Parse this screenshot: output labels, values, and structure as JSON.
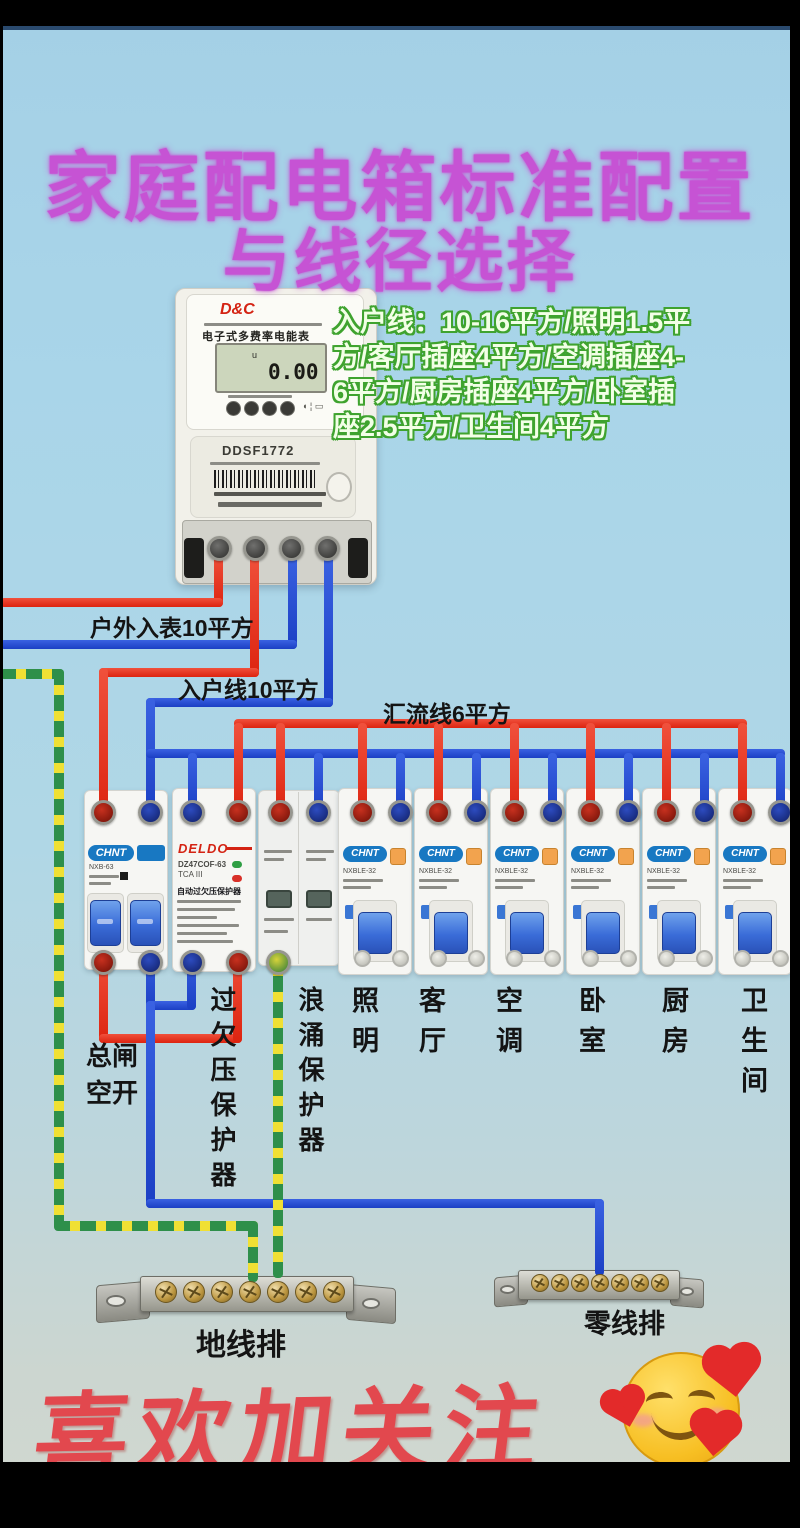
{
  "title": {
    "line1": "家庭配电箱标准配置",
    "line2": "与线径选择"
  },
  "spec_note": {
    "lines": [
      "入户线：10-16平方/照明1.5平",
      "方/客厅插座4平方/空调插座4-",
      "6平方/厨房插座4平方/卧室插",
      "座2.5平方/卫生间4平方"
    ]
  },
  "meter": {
    "brand": "D&C",
    "type_label": "电子式多费率电能表",
    "display_value": "0.00",
    "model": "DDSF1772"
  },
  "wire_labels": {
    "outdoor": "户外入表10平方",
    "incoming": "入户线10平方",
    "bus": "汇流线6平方"
  },
  "devices": {
    "main_breaker": {
      "brand": "CHNT",
      "model": "NXB-63",
      "label_line1": "总闸",
      "label_line2": "空开"
    },
    "ovp": {
      "brand": "DELDO",
      "model": "DZ47COF-63",
      "rating": "TCA III",
      "desc": "自动过欠压保护器",
      "label": "过欠压保护器"
    },
    "surge": {
      "label": "浪涌保护器"
    },
    "circuit_breaker_brand": "CHNT",
    "circuit_breaker_model": "NXBLE-32",
    "circuits": [
      {
        "label": "照明"
      },
      {
        "label": "客厅"
      },
      {
        "label": "空调"
      },
      {
        "label": "卧室"
      },
      {
        "label": "厨房"
      },
      {
        "label": "卫生间"
      }
    ]
  },
  "bars": {
    "ground": "地线排",
    "neutral": "零线排"
  },
  "footer": {
    "slogan": "喜欢加关注",
    "emoji": "smiling-face-with-hearts-emoji"
  },
  "colors": {
    "live_red": "#e73420",
    "neutral_blue": "#2149d6",
    "ground_green": "#2e8f4a",
    "ground_yellow": "#f0e034",
    "title_magenta": "#c653d4",
    "note_green": "#3fa32f",
    "slogan_red": "#e2484e",
    "brand_blue": "#1878c2"
  }
}
